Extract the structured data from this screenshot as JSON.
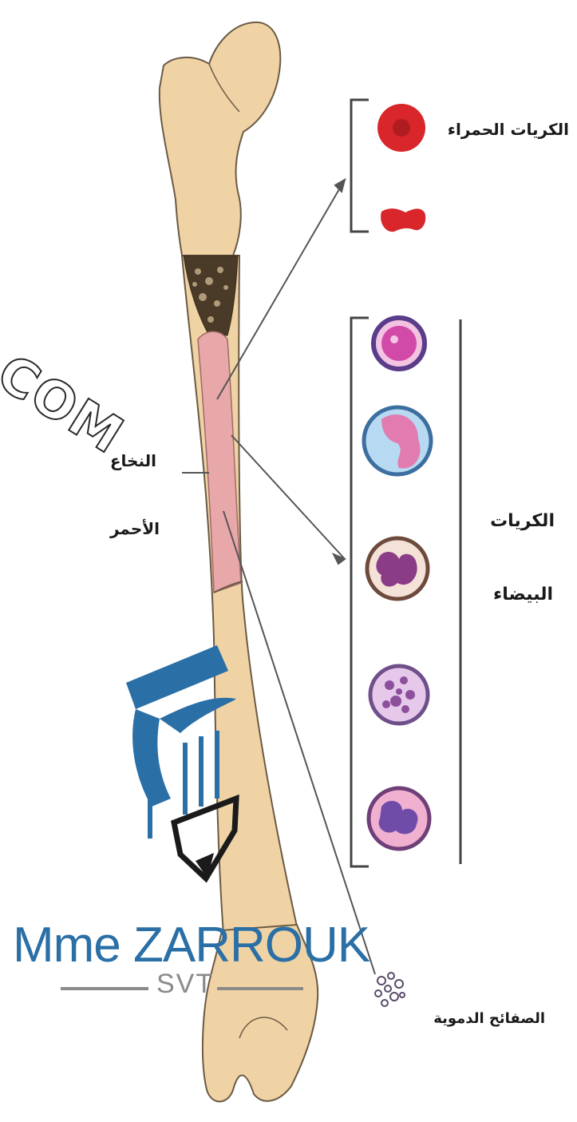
{
  "labels": {
    "red_cells": "الكريات الحمراء",
    "white_cells_line1": "الكريات",
    "white_cells_line2": "البيضاء",
    "marrow_line1": "النخاع",
    "marrow_line2": "الأحمر",
    "platelets": "الصفائح الدموية"
  },
  "watermark": {
    "corner_text": "COM",
    "brand_name": "Mme ZARROUK",
    "brand_sub": "SVT"
  },
  "colors": {
    "bone": "#efd3a4",
    "bone_outline": "#6b5a45",
    "marrow": "#e8a7a9",
    "red_cell": "#d8262a",
    "brand_blue": "#2a6fa6",
    "leader_line": "#555555"
  },
  "icons": [
    "graduation-cap-pencil-logo-icon",
    "platelets-cluster-icon"
  ]
}
